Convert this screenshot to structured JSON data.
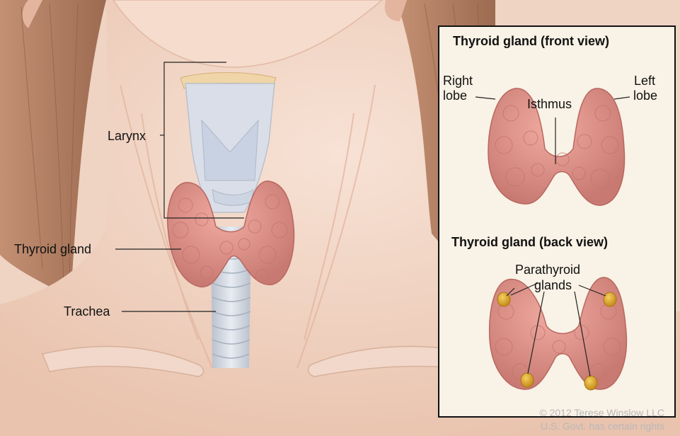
{
  "main_labels": {
    "larynx": "Larynx",
    "thyroid_gland": "Thyroid gland",
    "trachea": "Trachea"
  },
  "front_view": {
    "title": "Thyroid gland (front view)",
    "right_lobe": [
      "Right",
      "lobe"
    ],
    "left_lobe": [
      "Left",
      "lobe"
    ],
    "isthmus": "Isthmus"
  },
  "back_view": {
    "title": "Thyroid gland (back view)",
    "parathyroid": [
      "Parathyroid",
      "glands"
    ]
  },
  "credit": {
    "line1": "© 2012 Terese Winslow LLC",
    "line2": "U.S. Govt. has certain rights"
  },
  "colors": {
    "skin": "#f3d6c6",
    "hair": "#b07f63",
    "thyroid": "#d98a80",
    "trachea": "#d4dbe6",
    "inset_bg": "#f9f2e6",
    "parathyroid": "#e6b030"
  }
}
